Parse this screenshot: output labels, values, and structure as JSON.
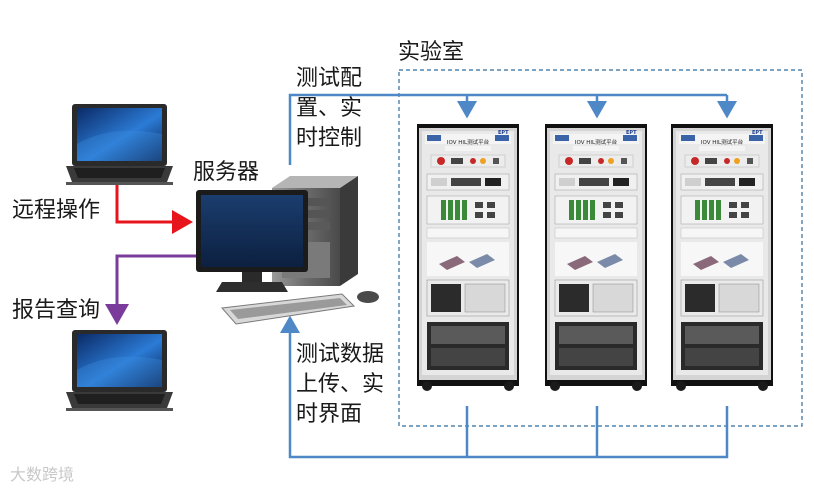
{
  "labels": {
    "lab": "实验室",
    "server": "服务器",
    "remote_op": "远程操作",
    "report_query": "报告查询",
    "config": "测试配\n置、实\n时控制",
    "upload": "测试数据\n上传、实\n时界面"
  },
  "racks": [
    {
      "title": "IOV HIL测试平台",
      "brand": "EPT"
    },
    {
      "title": "IOV HIL测试平台",
      "brand": "EPT"
    },
    {
      "title": "IOV HIL测试平台",
      "brand": "EPT"
    }
  ],
  "watermark": "大数跨境",
  "colors": {
    "control_line": "#4f88c6",
    "remote_arrow": "#e8141b",
    "report_arrow": "#7a3b9a",
    "lab_border": "#2f6d9e"
  },
  "icons": [
    "laptop-icon",
    "desktop-computer-icon",
    "test-rack-icon"
  ]
}
